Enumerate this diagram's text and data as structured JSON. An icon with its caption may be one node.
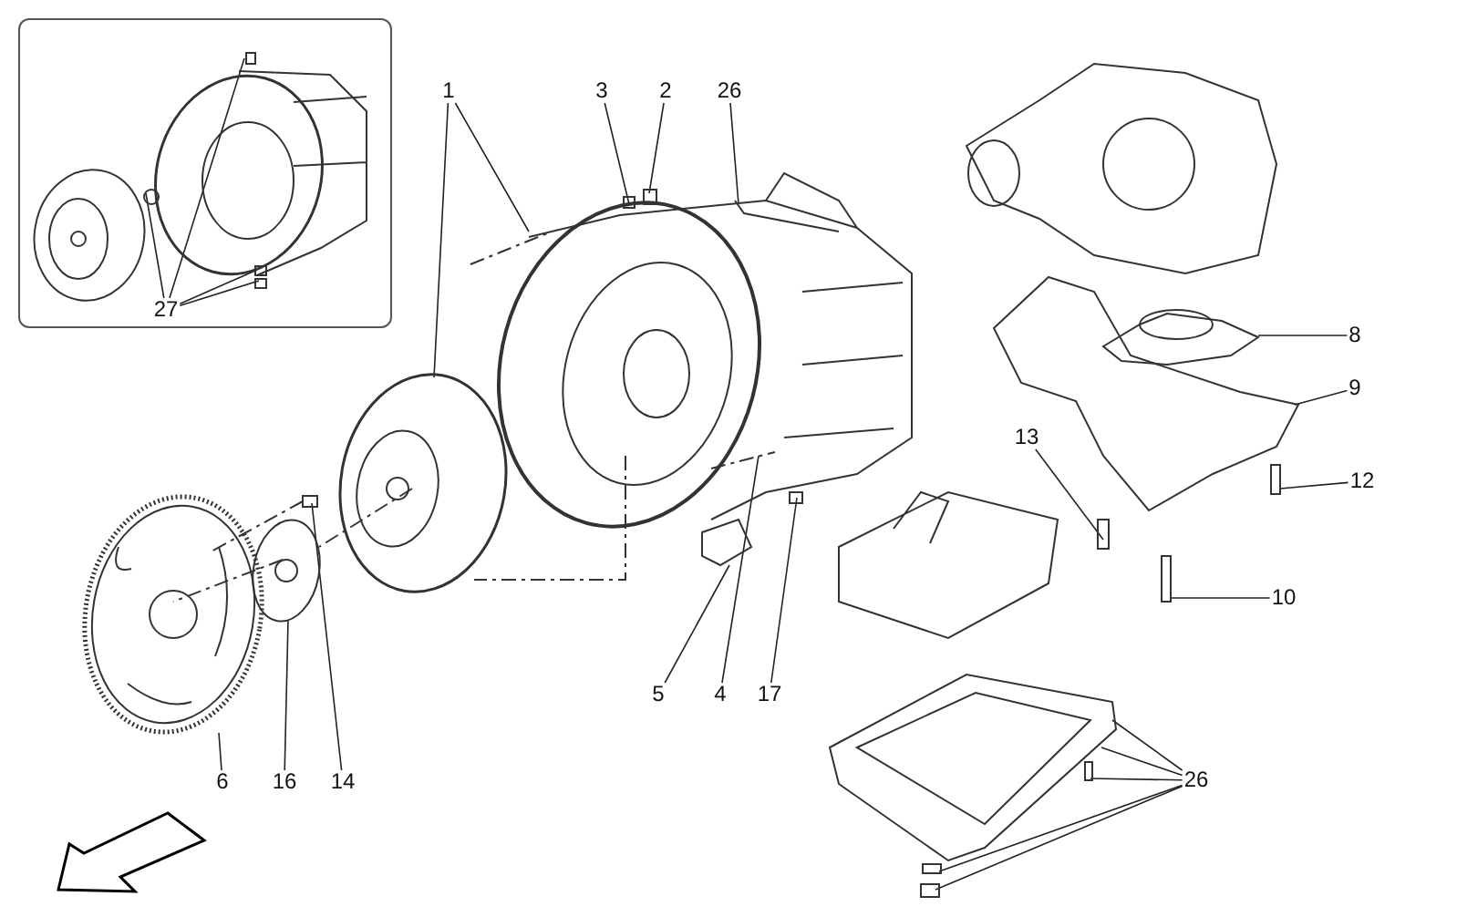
{
  "diagram": {
    "nodes": [
      {
        "text": [],
        "shape": "picture"
      },
      {
        "text": [
          "27"
        ],
        "in": 0
      },
      {
        "text": [
          "1"
        ]
      },
      {
        "text": [
          "3"
        ]
      },
      {
        "text": [
          "2"
        ]
      },
      {
        "text": [
          "26"
        ]
      },
      {
        "text": [
          "8"
        ]
      },
      {
        "text": [
          "9"
        ]
      },
      {
        "text": [
          "13"
        ]
      },
      {
        "text": [
          "12"
        ]
      },
      {
        "text": [
          "10"
        ]
      },
      {
        "text": [
          "5"
        ]
      },
      {
        "text": [
          "4"
        ]
      },
      {
        "text": [
          "17"
        ]
      },
      {
        "text": [
          "6"
        ]
      },
      {
        "text": [
          "16"
        ]
      },
      {
        "text": [
          "14"
        ]
      },
      {
        "text": [
          "26"
        ]
      }
    ],
    "edges": [
      {
        "from": 1,
        "to": null,
        "arrow": "none"
      },
      {
        "from": 1,
        "to": null,
        "arrow": "none"
      },
      {
        "from": 1,
        "to": null,
        "arrow": "none"
      },
      {
        "from": 1,
        "to": null,
        "arrow": "none"
      },
      {
        "from": 2,
        "to": null,
        "arrow": "none"
      },
      {
        "from": 2,
        "to": null,
        "arrow": "none"
      },
      {
        "from": 3,
        "to": null,
        "arrow": "none"
      },
      {
        "from": 4,
        "to": null,
        "arrow": "none"
      },
      {
        "from": 5,
        "to": null,
        "arrow": "none"
      },
      {
        "from": 6,
        "to": null,
        "arrow": "none"
      },
      {
        "from": 7,
        "to": null,
        "arrow": "none"
      },
      {
        "from": 8,
        "to": null,
        "arrow": "none"
      },
      {
        "from": 9,
        "to": null,
        "arrow": "none"
      },
      {
        "from": 10,
        "to": null,
        "arrow": "none"
      },
      {
        "from": 11,
        "to": null,
        "arrow": "none"
      },
      {
        "from": 12,
        "to": null,
        "arrow": "none"
      },
      {
        "from": 13,
        "to": null,
        "arrow": "none"
      },
      {
        "from": 14,
        "to": null,
        "arrow": "none"
      },
      {
        "from": 15,
        "to": null,
        "arrow": "none"
      },
      {
        "from": 16,
        "to": null,
        "arrow": "none"
      },
      {
        "from": 17,
        "to": null,
        "arrow": "none"
      },
      {
        "from": 17,
        "to": null,
        "arrow": "none"
      },
      {
        "from": 17,
        "to": null,
        "arrow": "none"
      },
      {
        "from": 17,
        "to": null,
        "arrow": "none"
      },
      {
        "from": 17,
        "to": null,
        "arrow": "none"
      }
    ]
  }
}
